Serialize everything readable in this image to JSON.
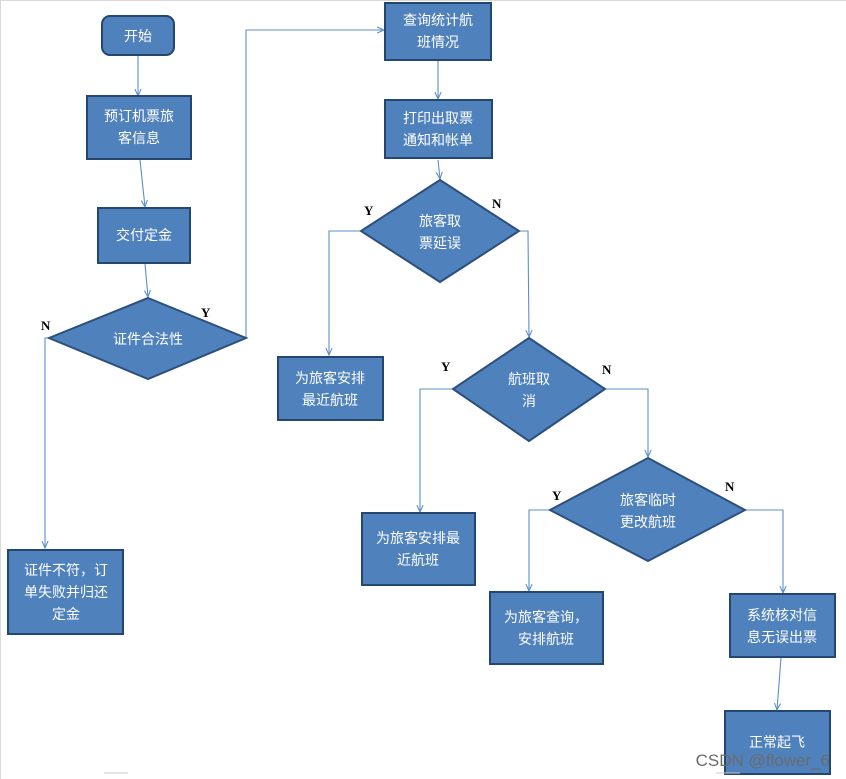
{
  "nodes": {
    "start": {
      "lines": [
        "开始"
      ]
    },
    "book": {
      "lines": [
        "预订机票旅",
        "客信息"
      ]
    },
    "pay": {
      "lines": [
        "交付定金"
      ]
    },
    "cert": {
      "lines": [
        "证件合法性"
      ]
    },
    "certFail": {
      "lines": [
        "证件不符，订",
        "单失败并归还",
        "定金"
      ]
    },
    "query": {
      "lines": [
        "查询统计航",
        "班情况"
      ]
    },
    "print": {
      "lines": [
        "打印出取票",
        "通知和帐单"
      ]
    },
    "delay": {
      "lines": [
        "旅客取",
        "票延误"
      ]
    },
    "arrange1": {
      "lines": [
        "为旅客安排",
        "最近航班"
      ]
    },
    "cancel": {
      "lines": [
        "航班取",
        "消"
      ]
    },
    "arrange2": {
      "lines": [
        "为旅客安排最",
        "近航班"
      ]
    },
    "change": {
      "lines": [
        "旅客临时",
        "更改航班"
      ]
    },
    "arrange3": {
      "lines": [
        "为旅客查询，",
        "安排航班"
      ]
    },
    "verify": {
      "lines": [
        "系统核对信",
        "息无误出票"
      ]
    },
    "takeoff": {
      "lines": [
        "正常起飞"
      ]
    }
  },
  "labels": {
    "certY": "Y",
    "certN": "N",
    "delayY": "Y",
    "delayN": "N",
    "cancelY": "Y",
    "cancelN": "N",
    "changeY": "Y",
    "changeN": "N"
  },
  "watermark": "CSDN @flower_6"
}
